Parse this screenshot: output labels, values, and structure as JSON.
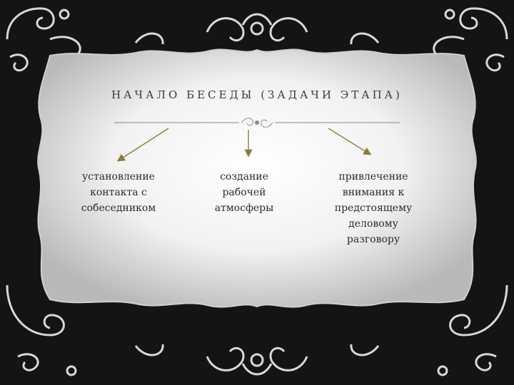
{
  "slide": {
    "title": "НАЧАЛО БЕСЕДЫ (ЗАДАЧИ ЭТАПА)",
    "branches": [
      {
        "lines": [
          "установление",
          "контакта с",
          "собеседником"
        ]
      },
      {
        "lines": [
          "создание",
          "рабочей",
          "атмосферы"
        ]
      },
      {
        "lines": [
          "привлечение",
          "внимания к",
          "предстоящему",
          "деловому",
          "разговору"
        ]
      }
    ]
  },
  "colors": {
    "background": "#141414",
    "ornament": "#d8d8d8",
    "panel_center": "#ffffff",
    "panel_edge": "#bdbdbd",
    "arrow": "#8a7d3e",
    "text": "#2b2b2b"
  },
  "decorations": [
    "scroll-frame",
    "title-flourish"
  ]
}
